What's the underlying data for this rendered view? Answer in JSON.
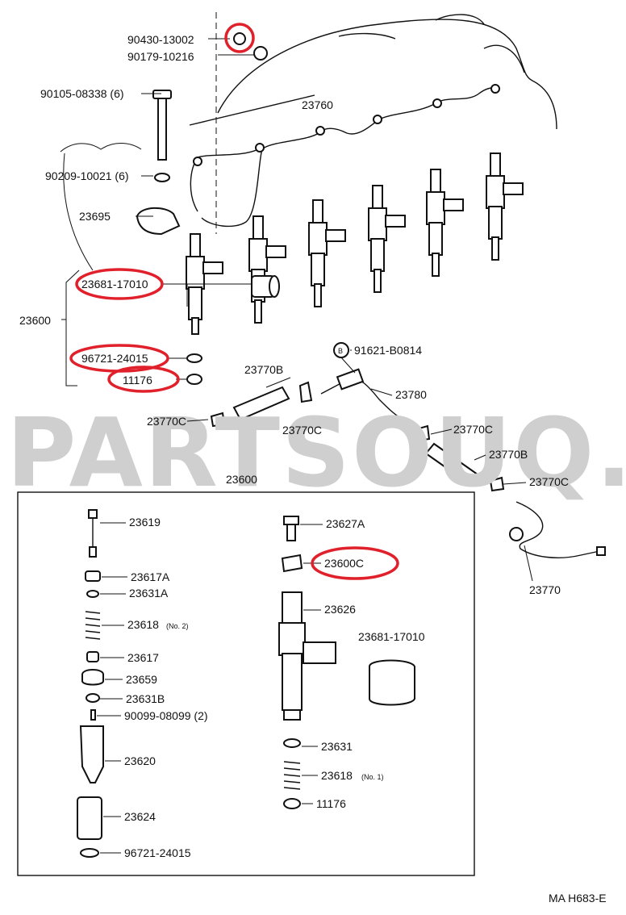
{
  "watermark": "PARTSOUQ.COM",
  "footer_code": "MA H683-E",
  "callout_marker": "B",
  "highlight_color": "#e0202a",
  "labels": {
    "p90430": "90430-13002",
    "p90179": "90179-10216",
    "p90105": "90105-08338 (6)",
    "p23760": "23760",
    "p90209": "90209-10021 (6)",
    "p23695": "23695",
    "p23681_top": "23681-17010",
    "p23600_left": "23600",
    "p91621": "91621-B0814",
    "p96721_top": "96721-24015",
    "p23770b_top": "23770B",
    "p23780": "23780",
    "p11176_top": "11176",
    "p23770c_a": "23770C",
    "p23770c_b": "23770C",
    "p23770c_c": "23770C",
    "p23770b_right": "23770B",
    "p23770c_d": "23770C",
    "p23600_box": "23600",
    "p23770": "23770"
  },
  "box_labels": {
    "p23619": "23619",
    "p23627a": "23627A",
    "p23600c": "23600C",
    "p23617a": "23617A",
    "p23631a": "23631A",
    "p23626": "23626",
    "p23618_no2": "23618",
    "p23618_no2_note": "(No. 2)",
    "p23681_box": "23681-17010",
    "p23617": "23617",
    "p23659": "23659",
    "p23631b": "23631B",
    "p90099": "90099-08099 (2)",
    "p23620": "23620",
    "p23631": "23631",
    "p23618_no1": "23618",
    "p23618_no1_note": "(No. 1)",
    "p23624": "23624",
    "p11176_box": "11176",
    "p96721_box": "96721-24015"
  }
}
